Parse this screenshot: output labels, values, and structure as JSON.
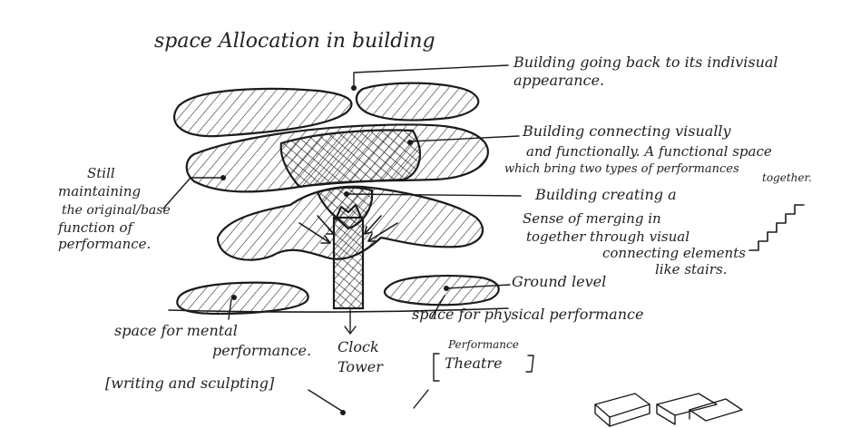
{
  "title": "space Allocation in building",
  "annotations": {
    "top": [
      "Building going back to its indivisual",
      "appearance."
    ],
    "middle": [
      "Building connecting visually",
      "and functionally. A functional space",
      "which bring two types of performances",
      "together."
    ],
    "lower": [
      "Building creating a",
      "Sense of merging in",
      "together through visual",
      "connecting elements",
      "like stairs."
    ],
    "left": [
      "Still",
      "maintaining",
      "the original/base",
      "function of",
      "performance."
    ],
    "ground": "Ground level",
    "mental_space": [
      "space for mental",
      "performance."
    ],
    "physical_space": "space for physical performance",
    "clock_tower": [
      "Clock",
      "Tower"
    ],
    "theatre_small": "Performance",
    "theatre": "Theatre",
    "writing": "[writing and sculpting]"
  },
  "colors": {
    "ink": "#1b1b1b",
    "paper": "#ffffff"
  }
}
